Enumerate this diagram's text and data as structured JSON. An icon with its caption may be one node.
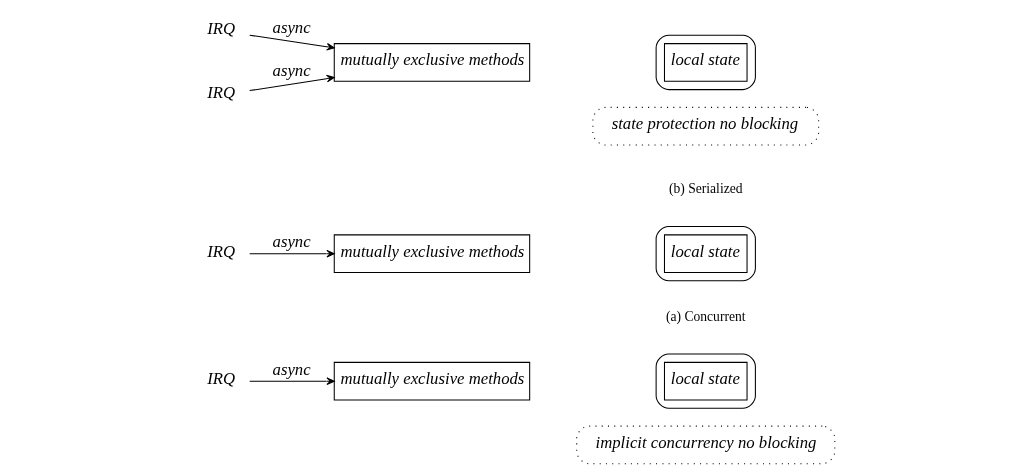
{
  "diagram": {
    "nodes": [
      {
        "text": [
          "IRQ"
        ]
      },
      {
        "text": [],
        "shape": "box"
      },
      {
        "text": [
          "local state"
        ],
        "in": 1
      },
      {
        "text": [
          "mutually exclusive methods"
        ]
      },
      {
        "text": [
          "implicit concurrency no blocking"
        ]
      },
      {
        "text": [
          "IRQ"
        ]
      },
      {
        "text": [],
        "shape": "box"
      },
      {
        "text": [
          "local state"
        ],
        "in": 6
      },
      {
        "text": [
          "mutually exclusive methods"
        ]
      },
      {
        "text": [
          "IRQ"
        ]
      },
      {
        "text": [
          "IRQ"
        ]
      },
      {
        "text": [],
        "shape": "box"
      },
      {
        "text": [
          "local state"
        ],
        "in": 11
      },
      {
        "text": [
          "mutually exclusive methods"
        ]
      },
      {
        "text": [
          "state protection no blocking"
        ]
      }
    ],
    "edges": [
      {
        "from": 0,
        "to": 3,
        "arrow": "to",
        "label": "async"
      },
      {
        "from": 5,
        "to": 8,
        "arrow": "to",
        "label": "async"
      },
      {
        "from": 9,
        "to": 13,
        "arrow": "to",
        "label": "async"
      },
      {
        "from": 10,
        "to": 13,
        "arrow": "to",
        "label": "async"
      }
    ],
    "labels": [
      "(a) Concurrent",
      "(b) Serialized"
    ]
  }
}
